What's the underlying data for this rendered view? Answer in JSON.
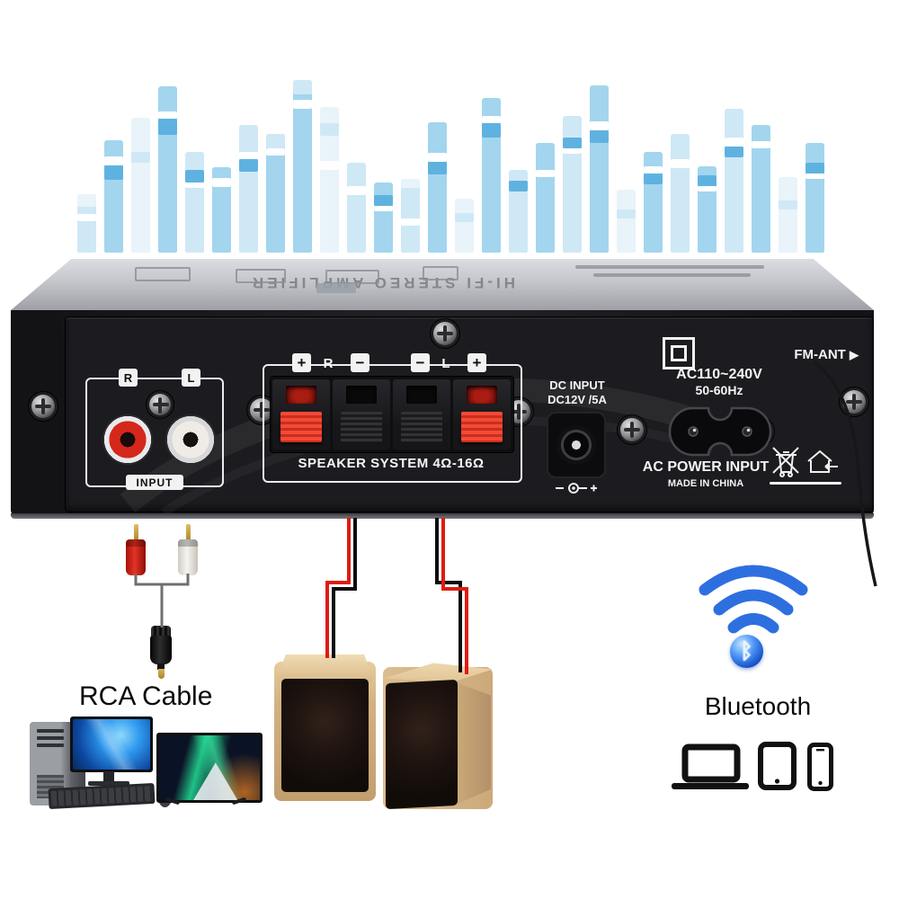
{
  "equalizer": {
    "palette": [
      "#e9f3fa",
      "#cfe8f6",
      "#a3d5ee",
      "#5fb2e0",
      "#ffffff"
    ],
    "bars": [
      {
        "h": 65,
        "c": 1,
        "m": [
          [
            0,
            14,
            0
          ],
          [
            22,
            8,
            4
          ]
        ]
      },
      {
        "h": 125,
        "c": 2,
        "m": [
          [
            18,
            10,
            4
          ],
          [
            28,
            16,
            3
          ]
        ]
      },
      {
        "h": 150,
        "c": 0,
        "m": [
          [
            38,
            12,
            1
          ]
        ]
      },
      {
        "h": 185,
        "c": 2,
        "m": [
          [
            28,
            8,
            4
          ],
          [
            36,
            18,
            3
          ]
        ]
      },
      {
        "h": 112,
        "c": 1,
        "m": [
          [
            20,
            14,
            3
          ],
          [
            34,
            6,
            4
          ]
        ]
      },
      {
        "h": 95,
        "c": 2,
        "m": [
          [
            12,
            10,
            4
          ]
        ]
      },
      {
        "h": 142,
        "c": 1,
        "m": [
          [
            30,
            8,
            4
          ],
          [
            38,
            14,
            3
          ]
        ]
      },
      {
        "h": 132,
        "c": 2,
        "m": [
          [
            0,
            16,
            1
          ],
          [
            16,
            8,
            4
          ]
        ]
      },
      {
        "h": 192,
        "c": 2,
        "m": [
          [
            0,
            16,
            1
          ],
          [
            22,
            10,
            4
          ]
        ]
      },
      {
        "h": 162,
        "c": 0,
        "m": [
          [
            18,
            14,
            1
          ],
          [
            60,
            10,
            4
          ]
        ]
      },
      {
        "h": 100,
        "c": 1,
        "m": [
          [
            26,
            10,
            4
          ]
        ]
      },
      {
        "h": 78,
        "c": 2,
        "m": [
          [
            14,
            12,
            3
          ],
          [
            26,
            6,
            4
          ]
        ]
      },
      {
        "h": 82,
        "c": 1,
        "m": [
          [
            0,
            10,
            0
          ],
          [
            44,
            8,
            4
          ]
        ]
      },
      {
        "h": 145,
        "c": 2,
        "m": [
          [
            34,
            10,
            4
          ],
          [
            44,
            14,
            3
          ]
        ]
      },
      {
        "h": 60,
        "c": 0,
        "m": [
          [
            16,
            10,
            1
          ]
        ]
      },
      {
        "h": 172,
        "c": 2,
        "m": [
          [
            20,
            8,
            4
          ],
          [
            28,
            16,
            3
          ]
        ]
      },
      {
        "h": 92,
        "c": 1,
        "m": [
          [
            12,
            12,
            3
          ]
        ]
      },
      {
        "h": 122,
        "c": 2,
        "m": [
          [
            30,
            8,
            4
          ]
        ]
      },
      {
        "h": 152,
        "c": 1,
        "m": [
          [
            24,
            12,
            3
          ],
          [
            36,
            6,
            4
          ]
        ]
      },
      {
        "h": 186,
        "c": 2,
        "m": [
          [
            40,
            10,
            4
          ],
          [
            50,
            14,
            3
          ]
        ]
      },
      {
        "h": 70,
        "c": 0,
        "m": [
          [
            22,
            10,
            1
          ]
        ]
      },
      {
        "h": 112,
        "c": 2,
        "m": [
          [
            16,
            8,
            4
          ],
          [
            24,
            12,
            3
          ]
        ]
      },
      {
        "h": 132,
        "c": 1,
        "m": [
          [
            28,
            10,
            4
          ]
        ]
      },
      {
        "h": 96,
        "c": 2,
        "m": [
          [
            10,
            12,
            3
          ],
          [
            22,
            6,
            4
          ]
        ]
      },
      {
        "h": 160,
        "c": 1,
        "m": [
          [
            32,
            10,
            4
          ],
          [
            42,
            12,
            3
          ]
        ]
      },
      {
        "h": 142,
        "c": 2,
        "m": [
          [
            18,
            8,
            4
          ]
        ]
      },
      {
        "h": 84,
        "c": 0,
        "m": [
          [
            26,
            10,
            1
          ]
        ]
      },
      {
        "h": 122,
        "c": 2,
        "m": [
          [
            22,
            12,
            3
          ],
          [
            34,
            6,
            4
          ]
        ]
      }
    ]
  },
  "amplifier": {
    "top_label": "HI-FI STEREO AMPLIFIER",
    "input_group": {
      "right": "R",
      "left": "L",
      "caption": "INPUT"
    },
    "speaker_group": {
      "plus": "+",
      "minus": "−",
      "right": "R",
      "left": "L",
      "caption": "SPEAKER SYSTEM 4Ω-16Ω"
    },
    "dc_group": {
      "title": "DC INPUT",
      "spec": "DC12V /5A"
    },
    "ac_group": {
      "voltage": "AC110~240V",
      "frequency": "50-60Hz",
      "caption": "AC POWER INPUT",
      "origin": "MADE IN CHINA"
    },
    "fm_group": {
      "label": "FM-ANT",
      "arrow": "▶"
    }
  },
  "legend": {
    "rca_cable": "RCA Cable",
    "bluetooth": "Bluetooth"
  },
  "colors": {
    "bluetooth_blue": "#2e6fe0",
    "terminal_red": "#e23723",
    "rca_red": "#d6271c",
    "rca_white": "#efece6",
    "speaker_wood": "#d7b685",
    "panel_black": "#1b1b1e",
    "plate_silver": "#b9babf"
  }
}
